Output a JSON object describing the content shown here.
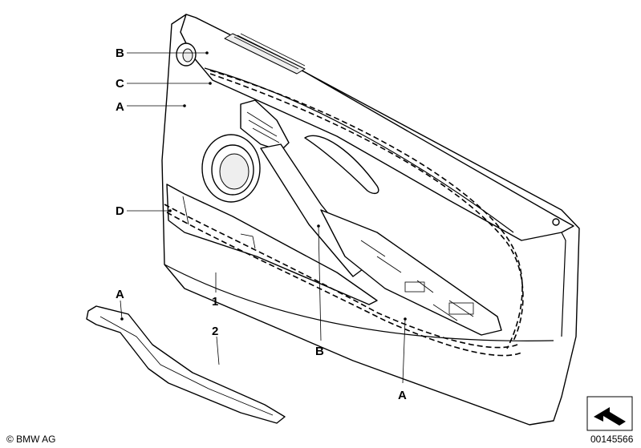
{
  "callouts": {
    "b_top": "B",
    "c": "C",
    "a_upper": "A",
    "d": "D",
    "a_strip": "A",
    "one": "1",
    "two": "2",
    "b_lower": "B",
    "a_lower": "A"
  },
  "footer": {
    "copyright": "© BMW AG",
    "diagram_number": "00145566"
  },
  "icons": {
    "direction": "direction-arrow-icon"
  }
}
